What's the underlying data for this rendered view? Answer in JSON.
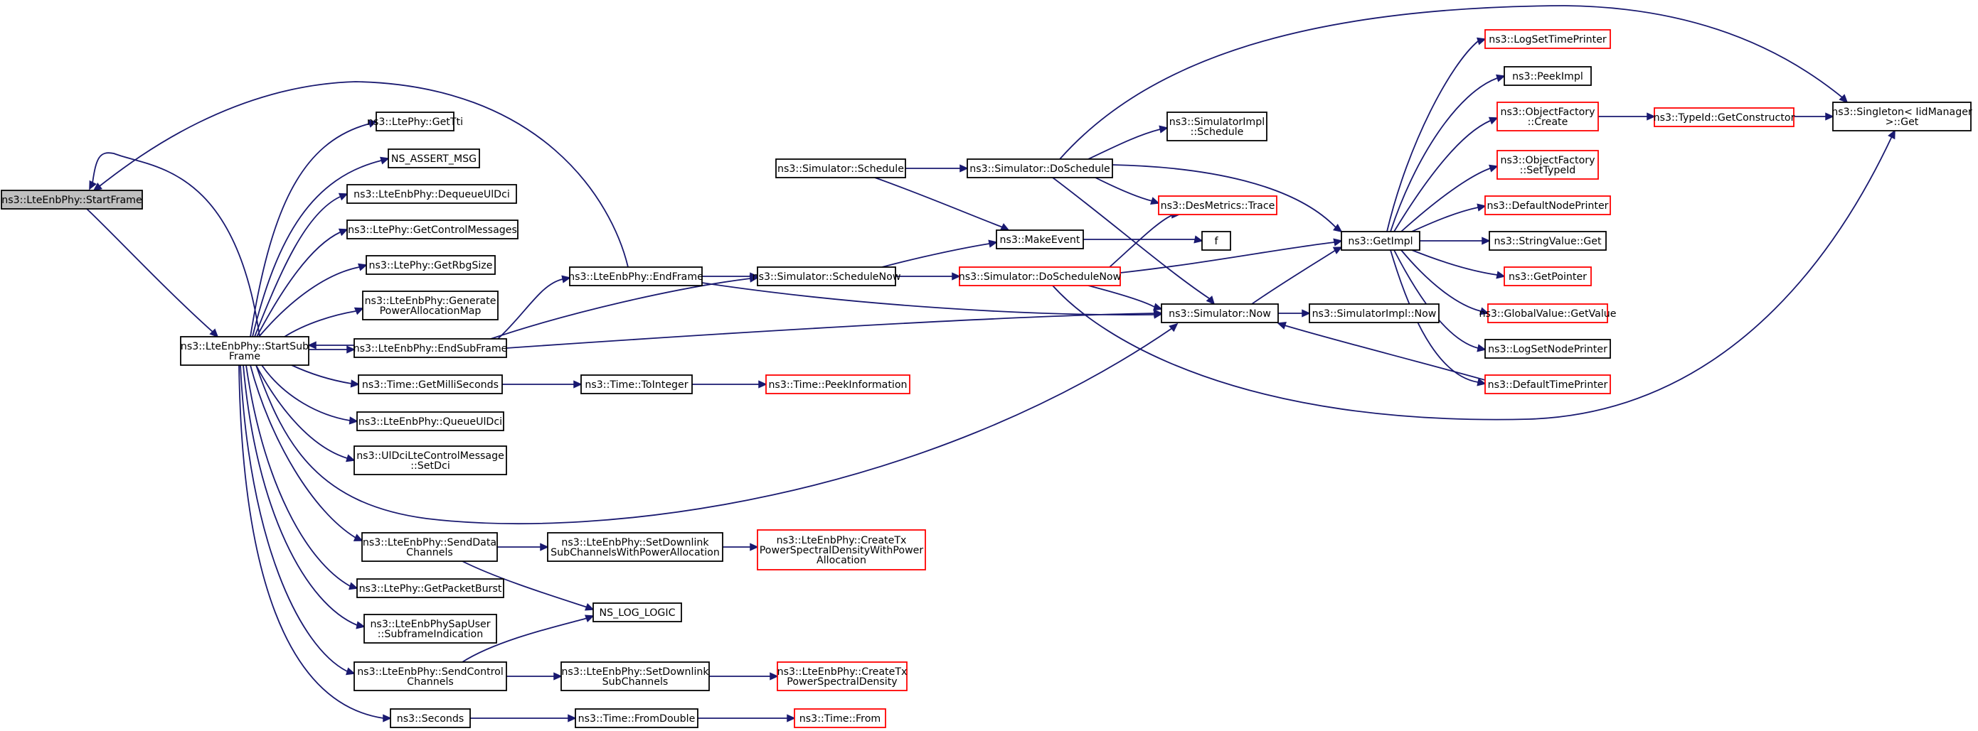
{
  "graph": {
    "colors": {
      "edge": "#191970",
      "box_border_documented": "#000000",
      "box_border_undocumented": "#ff0000",
      "root_fill": "#bfbfbf"
    },
    "nodes": {
      "startframe": {
        "lines": [
          "ns3::LteEnbPhy::StartFrame"
        ],
        "style": "root"
      },
      "startsubframe": {
        "lines": [
          "ns3::LteEnbPhy::StartSub",
          "Frame"
        ],
        "style": "black"
      },
      "getTti": {
        "lines": [
          "ns3::LtePhy::GetTti"
        ],
        "style": "black"
      },
      "nsassert": {
        "lines": [
          "NS_ASSERT_MSG"
        ],
        "style": "black"
      },
      "dequeue": {
        "lines": [
          "ns3::LteEnbPhy::DequeueUlDci"
        ],
        "style": "black"
      },
      "getcontrol": {
        "lines": [
          "ns3::LtePhy::GetControlMessages"
        ],
        "style": "black"
      },
      "getrbg": {
        "lines": [
          "ns3::LtePhy::GetRbgSize"
        ],
        "style": "black"
      },
      "genpower": {
        "lines": [
          "ns3::LteEnbPhy::Generate",
          "PowerAllocationMap"
        ],
        "style": "black"
      },
      "endsubframe": {
        "lines": [
          "ns3::LteEnbPhy::EndSubFrame"
        ],
        "style": "black"
      },
      "getmilli": {
        "lines": [
          "ns3::Time::GetMilliSeconds"
        ],
        "style": "black"
      },
      "queueul": {
        "lines": [
          "ns3::LteEnbPhy::QueueUlDci"
        ],
        "style": "black"
      },
      "setdci": {
        "lines": [
          "ns3::UlDciLteControlMessage",
          "::SetDci"
        ],
        "style": "black"
      },
      "senddata": {
        "lines": [
          "ns3::LteEnbPhy::SendData",
          "Channels"
        ],
        "style": "black"
      },
      "getpacket": {
        "lines": [
          "ns3::LtePhy::GetPacketBurst"
        ],
        "style": "black"
      },
      "sapuser": {
        "lines": [
          "ns3::LteEnbPhySapUser",
          "::SubframeIndication"
        ],
        "style": "black"
      },
      "sendcontrol": {
        "lines": [
          "ns3::LteEnbPhy::SendControl",
          "Channels"
        ],
        "style": "black"
      },
      "seconds": {
        "lines": [
          "ns3::Seconds"
        ],
        "style": "black"
      },
      "endframe": {
        "lines": [
          "ns3::LteEnbPhy::EndFrame"
        ],
        "style": "black"
      },
      "toint": {
        "lines": [
          "ns3::Time::ToInteger"
        ],
        "style": "black"
      },
      "peekinfo": {
        "lines": [
          "ns3::Time::PeekInformation"
        ],
        "style": "red"
      },
      "setdlpa": {
        "lines": [
          "ns3::LteEnbPhy::SetDownlink",
          "SubChannelsWithPowerAllocation"
        ],
        "style": "black"
      },
      "createpsdpa": {
        "lines": [
          "ns3::LteEnbPhy::CreateTx",
          "PowerSpectralDensityWithPower",
          "Allocation"
        ],
        "style": "red"
      },
      "nslog": {
        "lines": [
          "NS_LOG_LOGIC"
        ],
        "style": "black"
      },
      "setdl": {
        "lines": [
          "ns3::LteEnbPhy::SetDownlink",
          "SubChannels"
        ],
        "style": "black"
      },
      "createpsd": {
        "lines": [
          "ns3::LteEnbPhy::CreateTx",
          "PowerSpectralDensity"
        ],
        "style": "red"
      },
      "fromdouble": {
        "lines": [
          "ns3::Time::FromDouble"
        ],
        "style": "black"
      },
      "timefrom": {
        "lines": [
          "ns3::Time::From"
        ],
        "style": "red"
      },
      "schedule": {
        "lines": [
          "ns3::Simulator::Schedule"
        ],
        "style": "black"
      },
      "schedulenow": {
        "lines": [
          "ns3::Simulator::ScheduleNow"
        ],
        "style": "black"
      },
      "doschedule": {
        "lines": [
          "ns3::Simulator::DoSchedule"
        ],
        "style": "black"
      },
      "makeevent": {
        "lines": [
          "ns3::MakeEvent"
        ],
        "style": "black"
      },
      "doschedulenow": {
        "lines": [
          "ns3::Simulator::DoScheduleNow"
        ],
        "style": "red"
      },
      "simimplschedule": {
        "lines": [
          "ns3::SimulatorImpl",
          "::Schedule"
        ],
        "style": "black"
      },
      "destrace": {
        "lines": [
          "ns3::DesMetrics::Trace"
        ],
        "style": "red"
      },
      "f": {
        "lines": [
          "f"
        ],
        "style": "black"
      },
      "simnow": {
        "lines": [
          "ns3::Simulator::Now"
        ],
        "style": "black"
      },
      "simimplnow": {
        "lines": [
          "ns3::SimulatorImpl::Now"
        ],
        "style": "black"
      },
      "getimpl": {
        "lines": [
          "ns3::GetImpl"
        ],
        "style": "black"
      },
      "logsettime": {
        "lines": [
          "ns3::LogSetTimePrinter"
        ],
        "style": "red"
      },
      "peekimpl": {
        "lines": [
          "ns3::PeekImpl"
        ],
        "style": "black"
      },
      "objfactcreate": {
        "lines": [
          "ns3::ObjectFactory",
          "::Create"
        ],
        "style": "red"
      },
      "objfactset": {
        "lines": [
          "ns3::ObjectFactory",
          "::SetTypeId"
        ],
        "style": "red"
      },
      "defnodeprinter": {
        "lines": [
          "ns3::DefaultNodePrinter"
        ],
        "style": "red"
      },
      "strvalget": {
        "lines": [
          "ns3::StringValue::Get"
        ],
        "style": "black"
      },
      "getpointer": {
        "lines": [
          "ns3::GetPointer"
        ],
        "style": "red"
      },
      "globalval": {
        "lines": [
          "ns3::GlobalValue::GetValue"
        ],
        "style": "red"
      },
      "logsetnode": {
        "lines": [
          "ns3::LogSetNodePrinter"
        ],
        "style": "black"
      },
      "deftimeprinter": {
        "lines": [
          "ns3::DefaultTimePrinter"
        ],
        "style": "red"
      },
      "getconstructor": {
        "lines": [
          "ns3::TypeId::GetConstructor"
        ],
        "style": "red"
      },
      "singleton": {
        "lines": [
          "ns3::Singleton< IidManager",
          ">::Get"
        ],
        "style": "black"
      }
    }
  }
}
